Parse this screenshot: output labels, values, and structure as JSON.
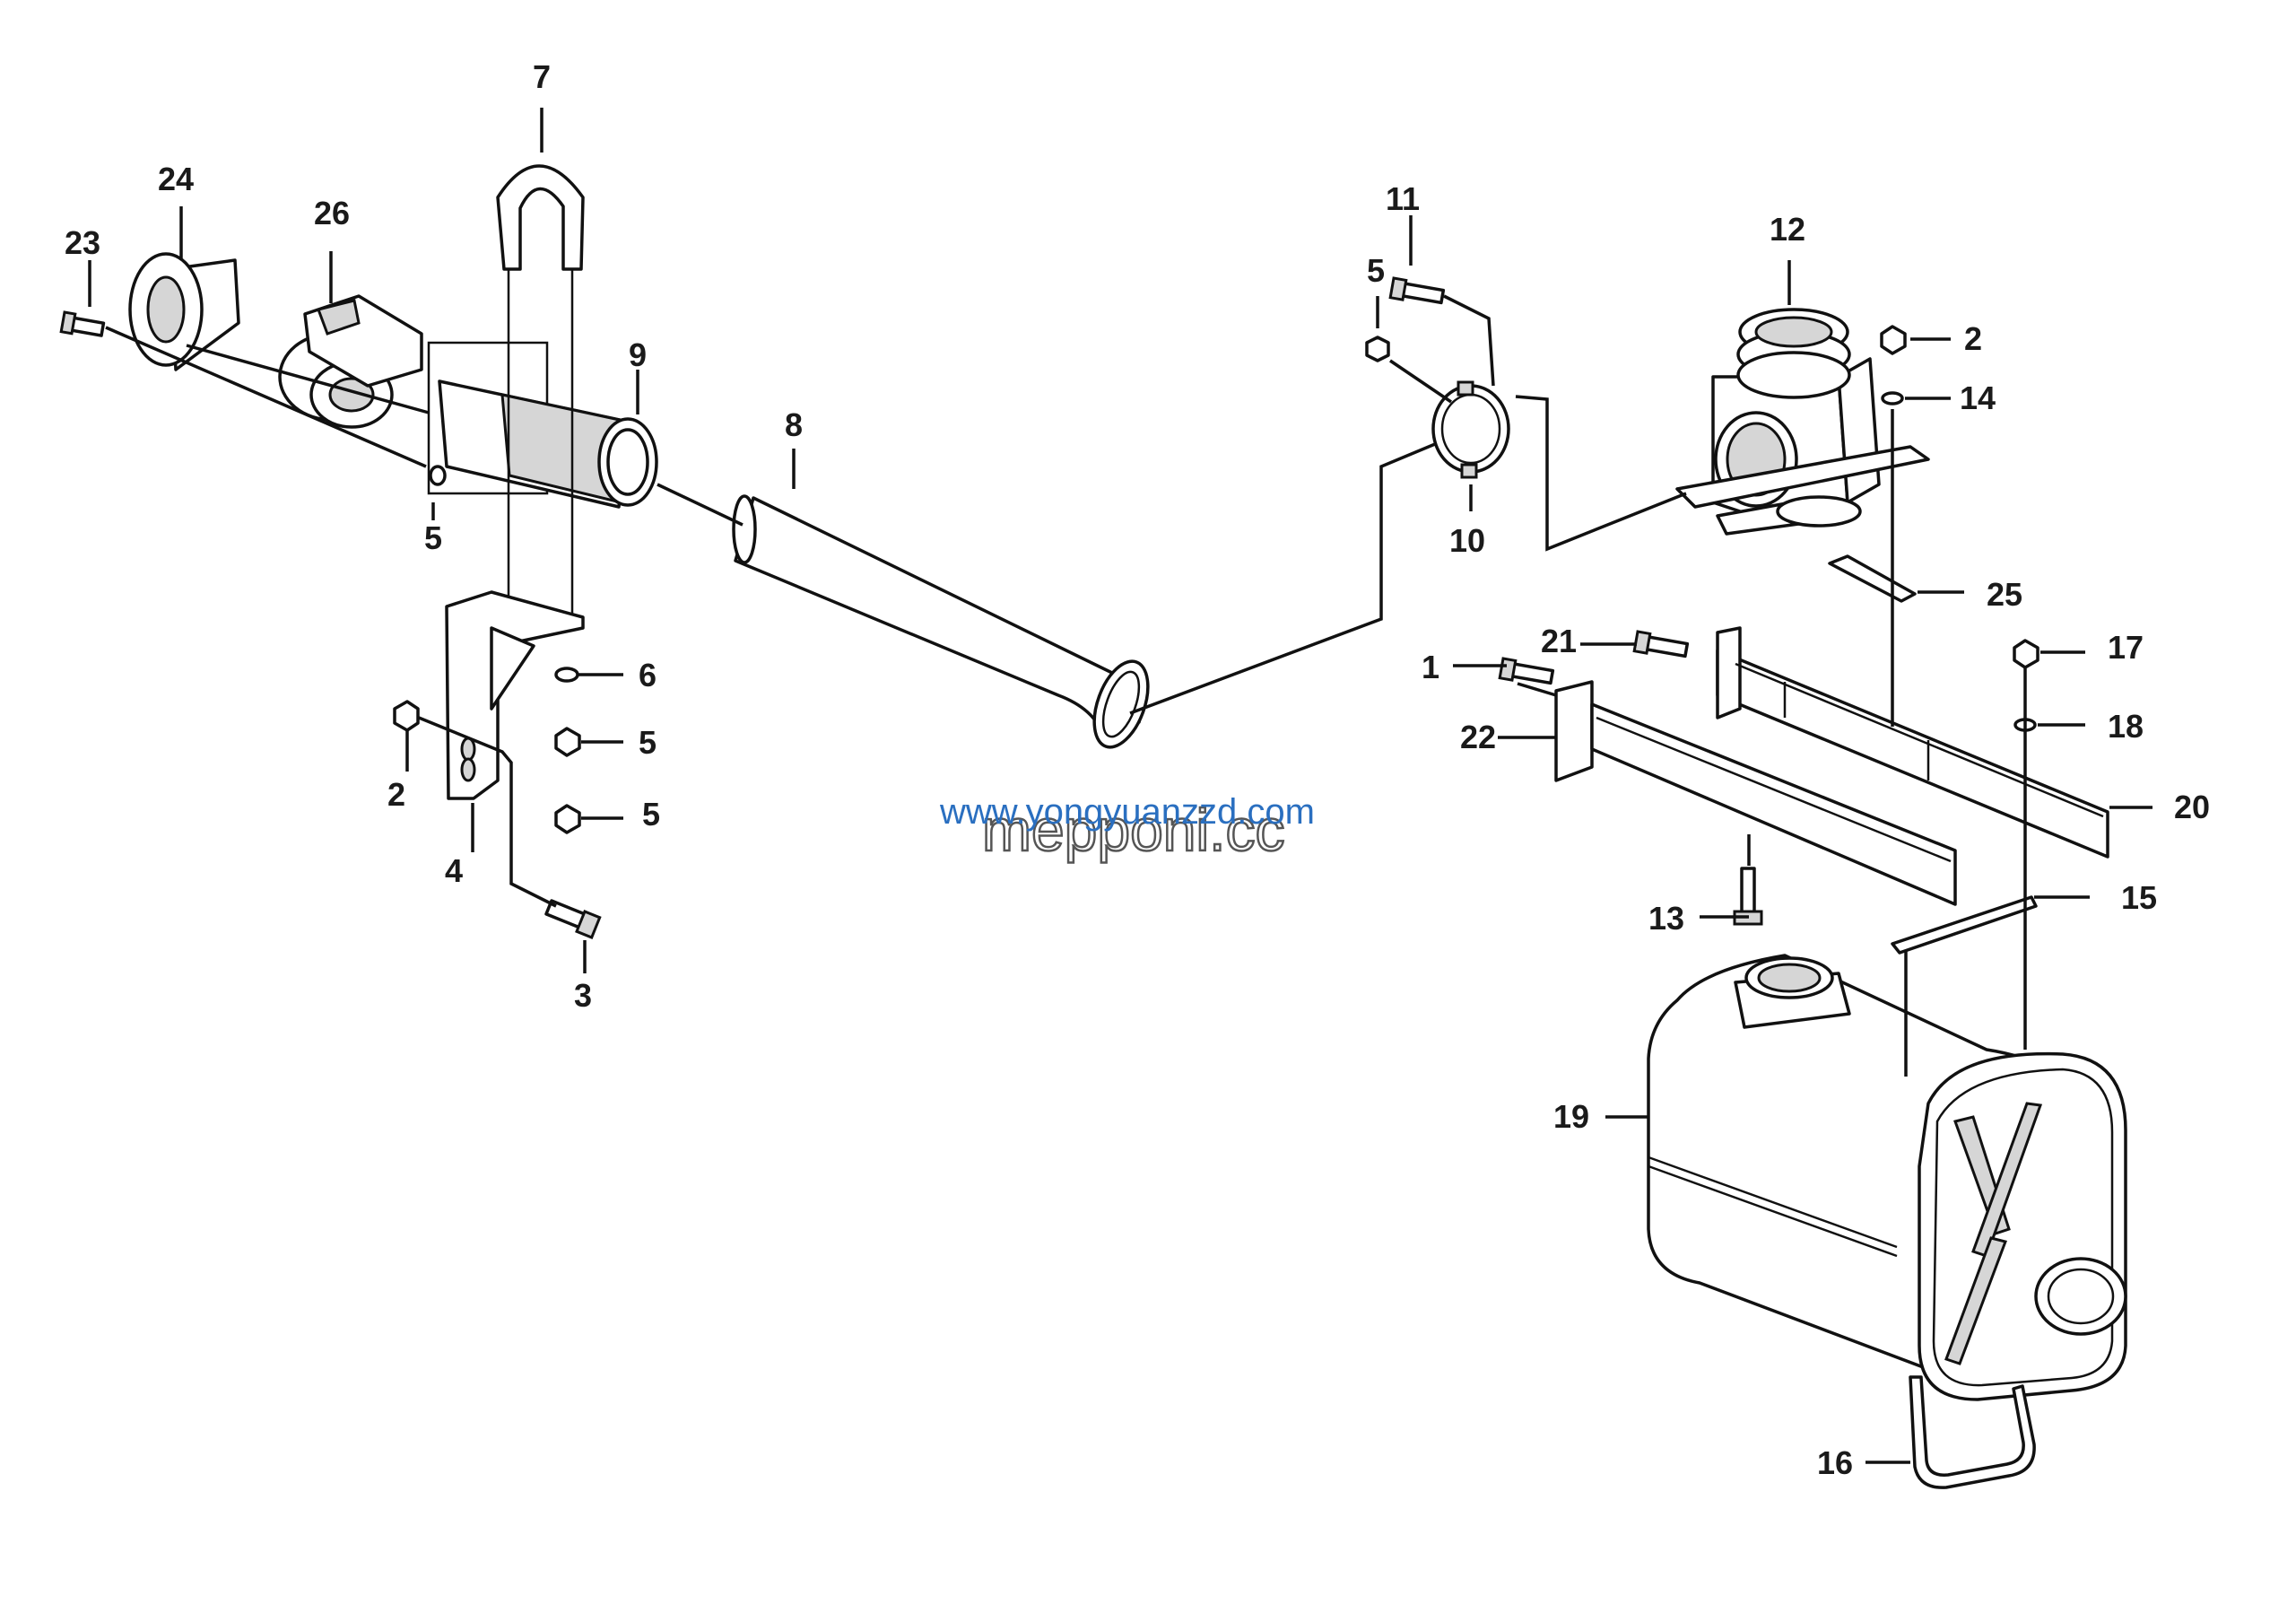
{
  "callouts": {
    "c1": "1",
    "c2a": "2",
    "c2b": "2",
    "c3": "3",
    "c4": "4",
    "c5a": "5",
    "c5b": "5",
    "c5c": "5",
    "c5d": "5",
    "c6": "6",
    "c7": "7",
    "c8": "8",
    "c9": "9",
    "c10": "10",
    "c11": "11",
    "c12": "12",
    "c13": "13",
    "c14": "14",
    "c15": "15",
    "c16": "16",
    "c17": "17",
    "c18": "18",
    "c19": "19",
    "c20": "20",
    "c21": "21",
    "c22": "22",
    "c23": "23",
    "c24": "24",
    "c25": "25",
    "c26": "26"
  },
  "watermark": {
    "url": "www.yongyuanzzd.com",
    "brand": "mepponi.cc"
  },
  "colors": {
    "line": "#111111",
    "watermark_blue": "#2a6fc0"
  }
}
